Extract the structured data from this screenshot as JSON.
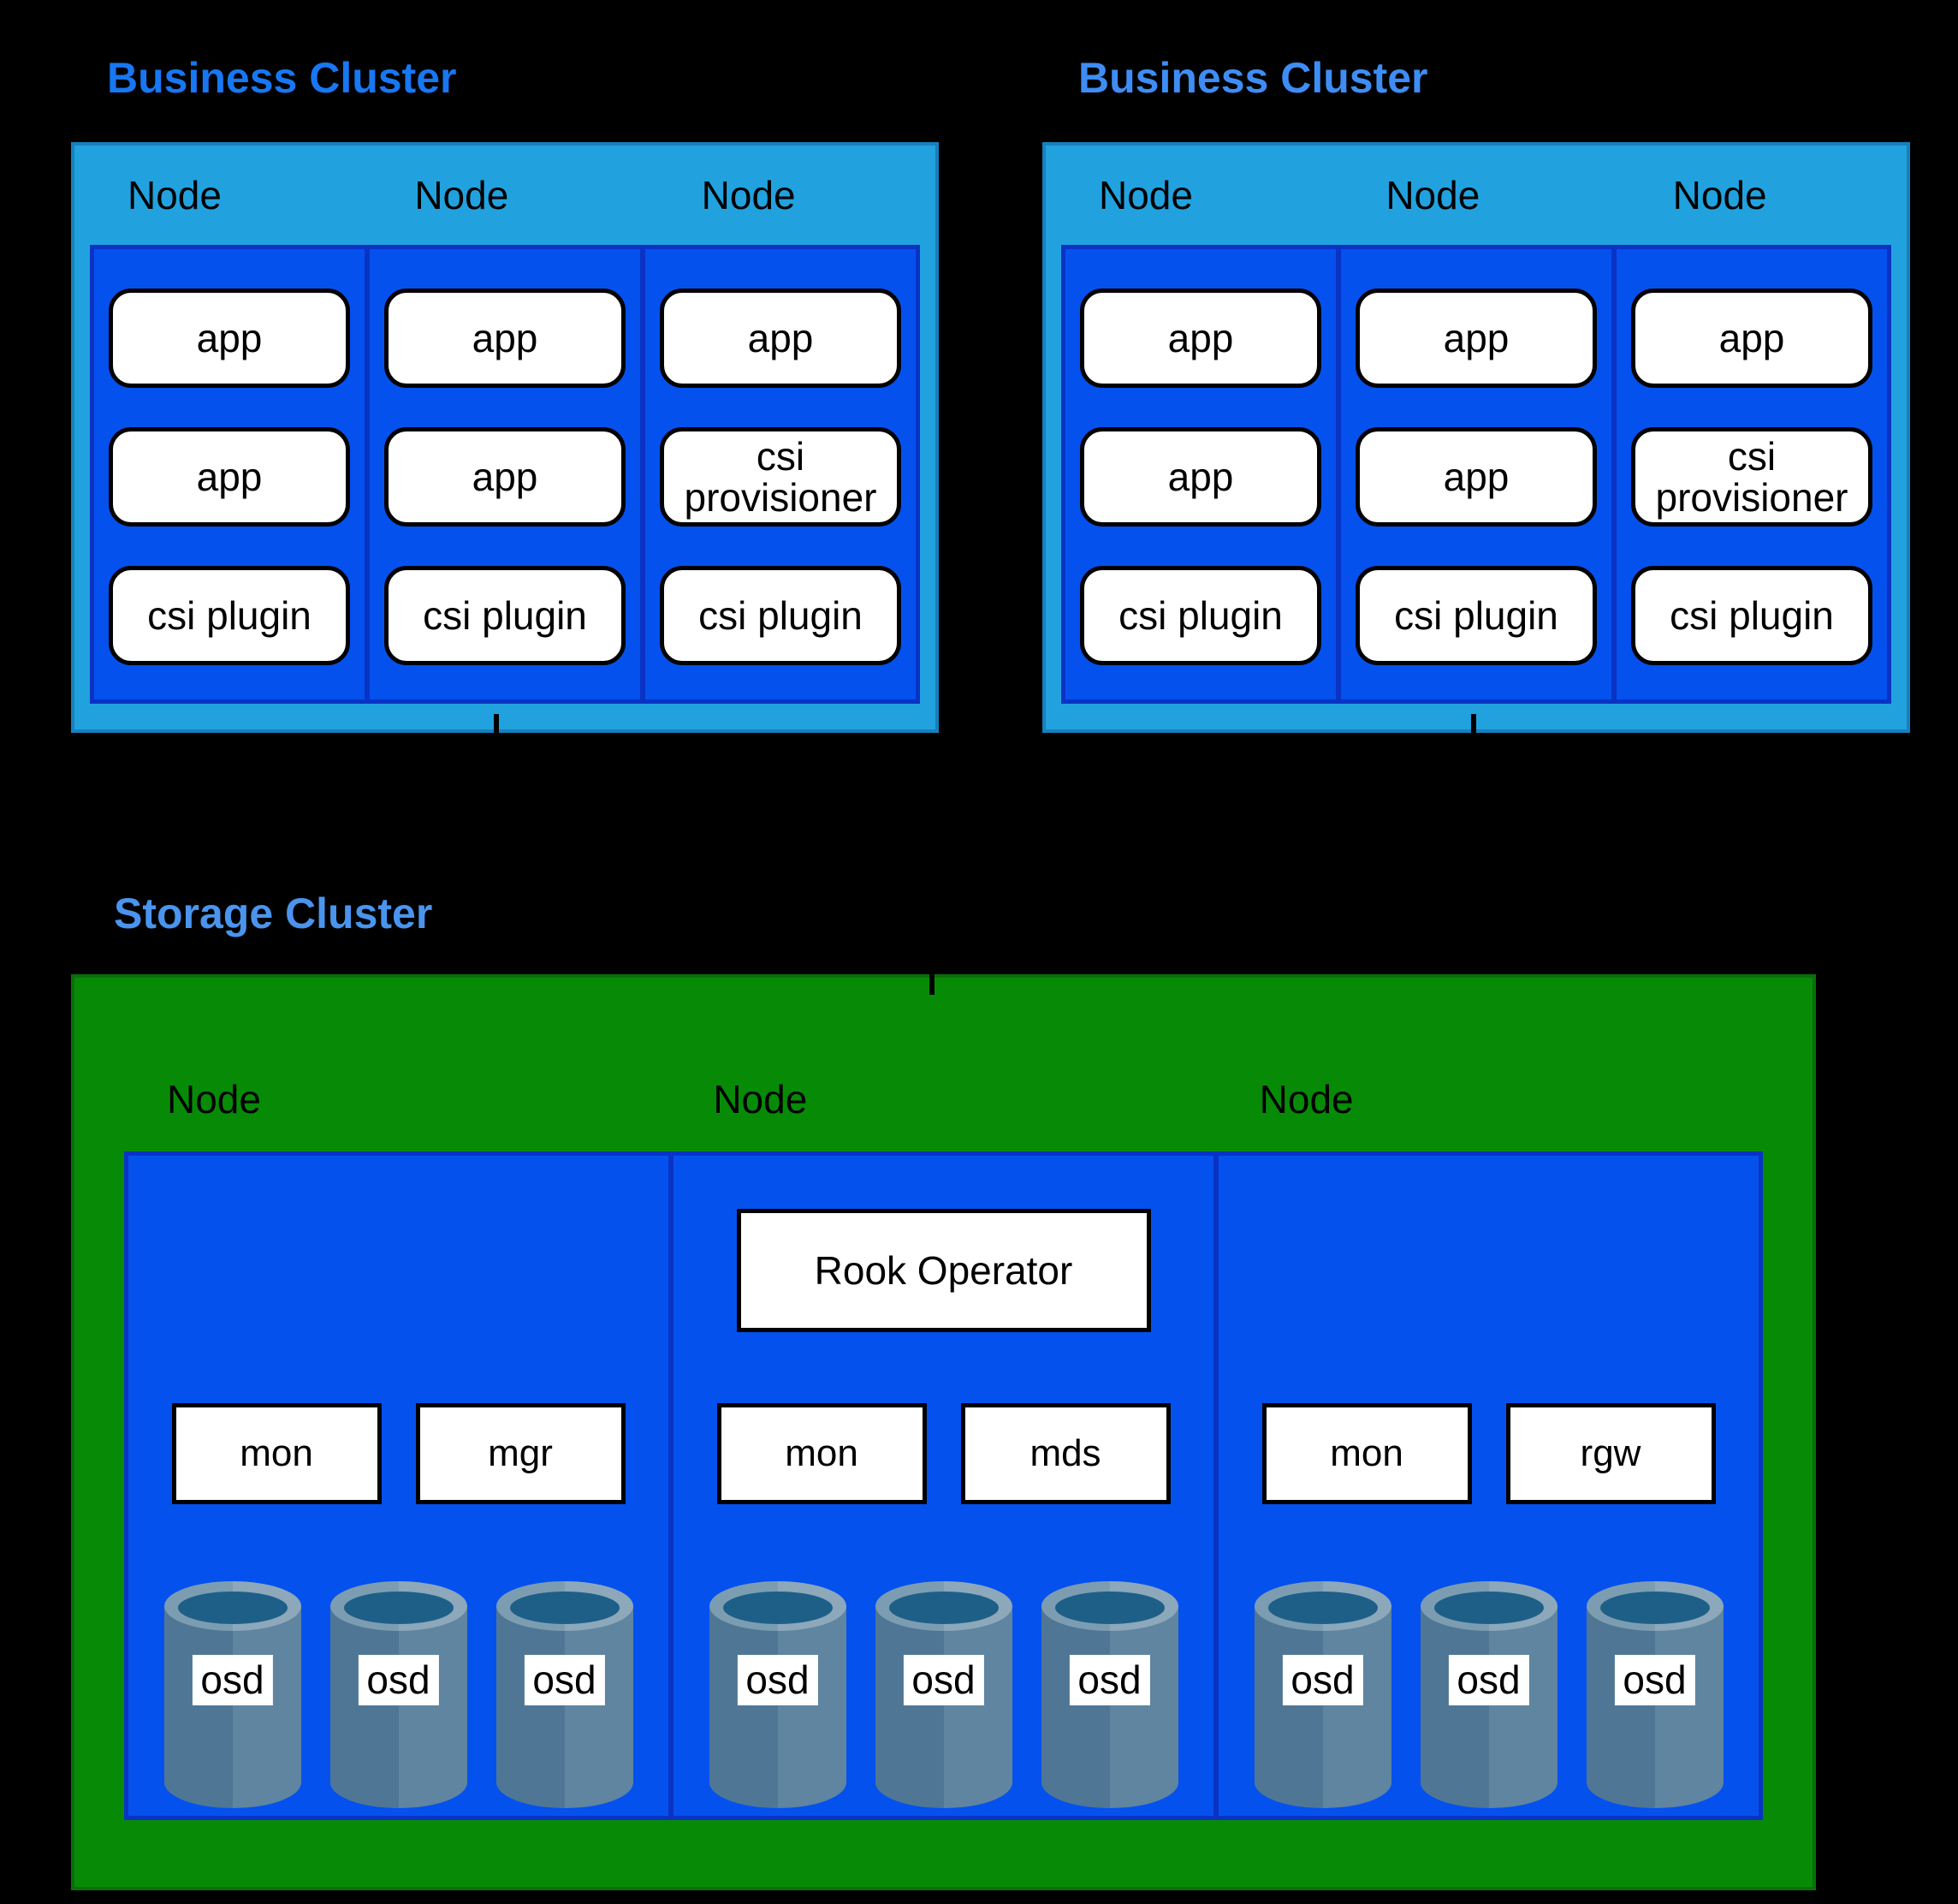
{
  "colors": {
    "background": "#000000",
    "business_title_1": "#1877F2",
    "business_title_2": "#3E8DF5",
    "storage_title": "#4A94EE",
    "cluster_fill": "#21A2DF",
    "cluster_border": "#1780BC",
    "node_panel_fill": "#0551EE",
    "node_panel_border": "#0A33C4",
    "storage_fill": "#078B07",
    "storage_border": "#0B6E0B",
    "pod_fill": "#FFFFFF",
    "pod_border": "#000000",
    "osd_body_left": "#4F7795",
    "osd_body_right": "#5F85A0",
    "osd_rim_left": "#7C9DB1",
    "osd_rim_right": "#8CA8BA",
    "osd_hole": "#1E5F88"
  },
  "business_clusters": [
    {
      "title": "Business Cluster",
      "nodes": [
        {
          "label": "Node",
          "pods": [
            "app",
            "app",
            "csi plugin"
          ]
        },
        {
          "label": "Node",
          "pods": [
            "app",
            "app",
            "csi plugin"
          ]
        },
        {
          "label": "Node",
          "pods": [
            "app",
            "csi provisioner",
            "csi plugin"
          ]
        }
      ]
    },
    {
      "title": "Business Cluster",
      "nodes": [
        {
          "label": "Node",
          "pods": [
            "app",
            "app",
            "csi plugin"
          ]
        },
        {
          "label": "Node",
          "pods": [
            "app",
            "app",
            "csi plugin"
          ]
        },
        {
          "label": "Node",
          "pods": [
            "app",
            "csi provisioner",
            "csi plugin"
          ]
        }
      ]
    }
  ],
  "storage_cluster": {
    "title": "Storage Cluster",
    "nodes": [
      {
        "label": "Node",
        "services": [
          "mon",
          "mgr"
        ],
        "osds": [
          "osd",
          "osd",
          "osd"
        ]
      },
      {
        "label": "Node",
        "operator": "Rook Operator",
        "services": [
          "mon",
          "mds"
        ],
        "osds": [
          "osd",
          "osd",
          "osd"
        ]
      },
      {
        "label": "Node",
        "services": [
          "mon",
          "rgw"
        ],
        "osds": [
          "osd",
          "osd",
          "osd"
        ]
      }
    ]
  }
}
